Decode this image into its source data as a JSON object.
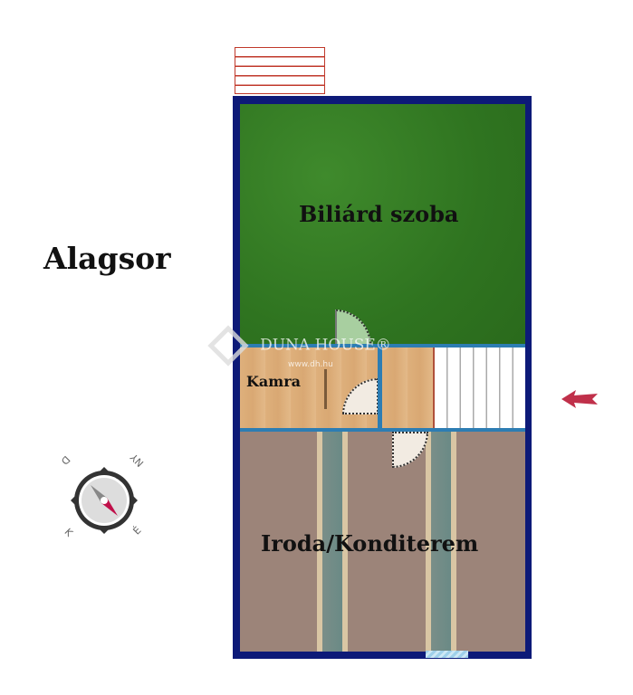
{
  "floor_title": "Alagsor",
  "rooms": {
    "billiard": "Biliárd szoba",
    "pantry": "Kamra",
    "office": "Iroda/Konditerem"
  },
  "watermark": {
    "brand": "DUNA HOUSE®",
    "url": "www.dh.hu"
  },
  "compass": {
    "north": "É",
    "south": "D",
    "east": "K",
    "west": "NY"
  },
  "colors": {
    "wall": "#0d1a78",
    "billiard_floor": "#2f7420",
    "office_floor": "#9c8479",
    "arrow": "#c0304a"
  }
}
